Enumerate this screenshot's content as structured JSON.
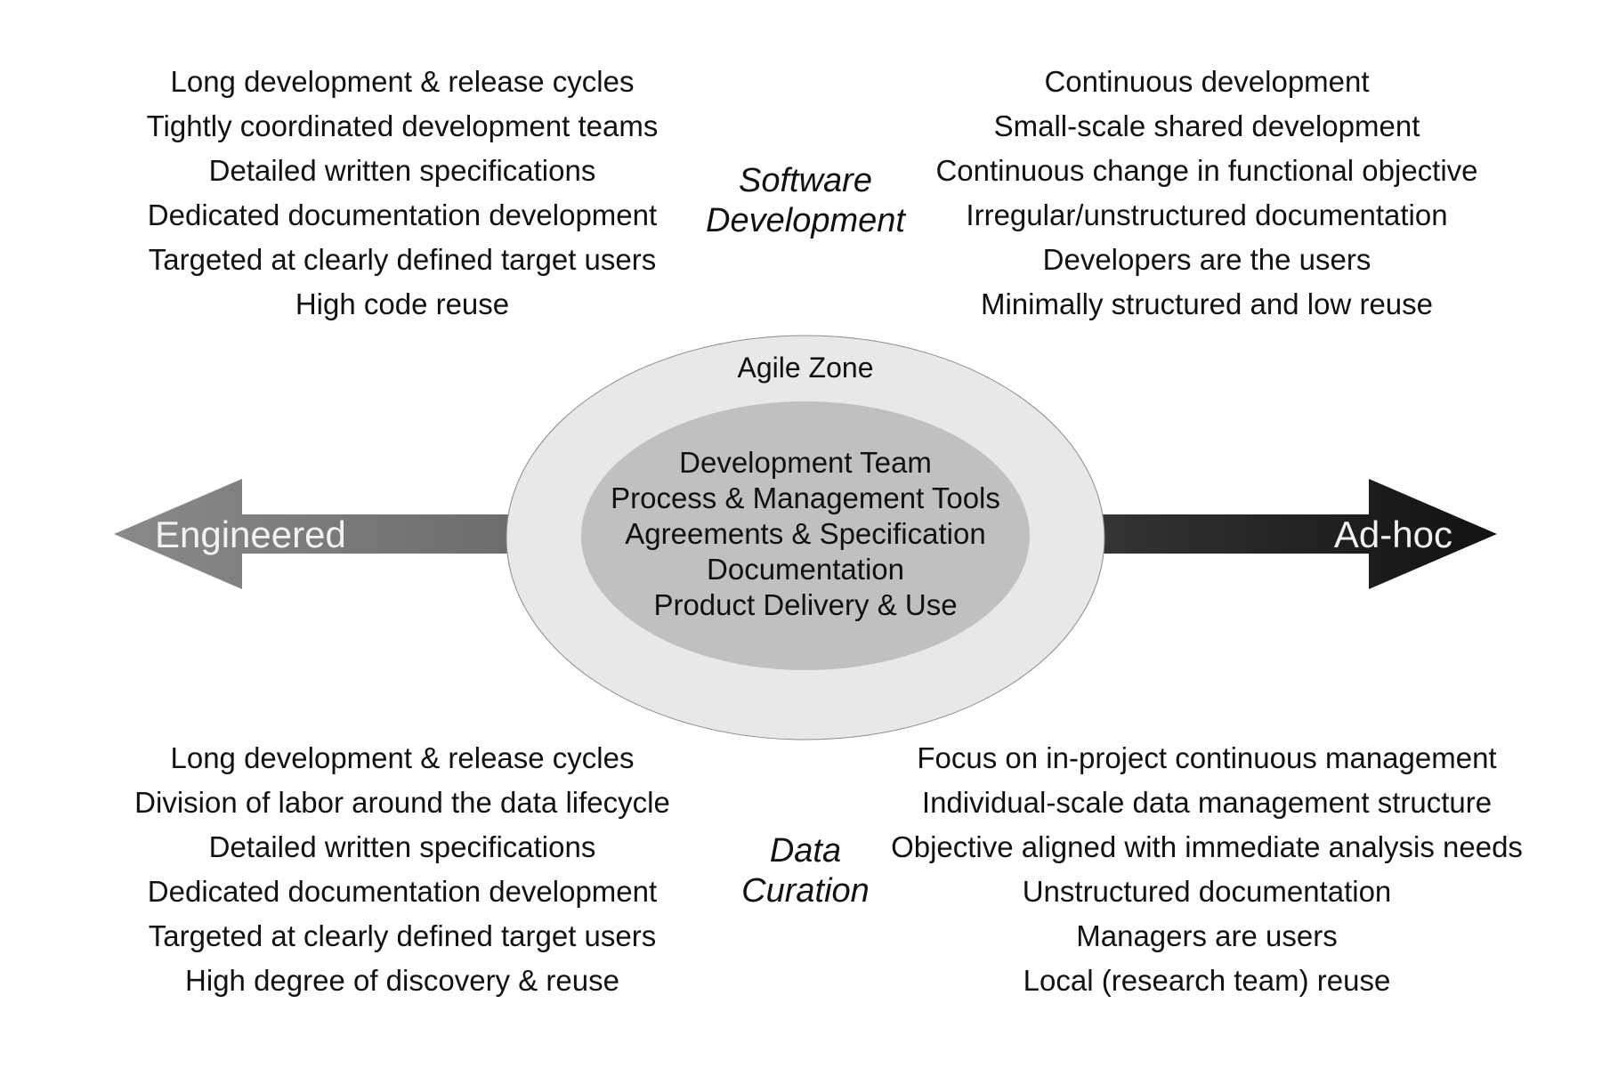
{
  "axis": {
    "left_label": "Engineered",
    "right_label": "Ad-hoc"
  },
  "software_development": {
    "title_line1": "Software",
    "title_line2": "Development",
    "engineered": [
      "Long development & release cycles",
      "Tightly coordinated development teams",
      "Detailed written specifications",
      "Dedicated documentation development",
      "Targeted at clearly defined target users",
      "High code reuse"
    ],
    "adhoc": [
      "Continuous development",
      "Small-scale shared development",
      "Continuous change in functional objective",
      "Irregular/unstructured documentation",
      "Developers are the users",
      "Minimally structured and low reuse"
    ]
  },
  "data_curation": {
    "title_line1": "Data",
    "title_line2": "Curation",
    "engineered": [
      "Long development & release cycles",
      "Division of labor around the data lifecycle",
      "Detailed written specifications",
      "Dedicated documentation development",
      "Targeted at clearly defined target users",
      "High degree of discovery & reuse"
    ],
    "adhoc": [
      "Focus on in-project continuous management",
      "Individual-scale data management structure",
      "Objective aligned with immediate analysis needs",
      "Unstructured documentation",
      "Managers are users",
      "Local (research team) reuse"
    ]
  },
  "agile_zone": {
    "label": "Agile Zone",
    "core_items": [
      "Development Team",
      "Process & Management Tools",
      "Agreements & Specification",
      "Documentation",
      "Product Delivery & Use"
    ]
  },
  "colors": {
    "outer_ellipse": "#e8e8ea",
    "inner_ellipse": "#c0c0c2",
    "arrow_left": "#8a8a8c",
    "arrow_right": "#111111"
  }
}
